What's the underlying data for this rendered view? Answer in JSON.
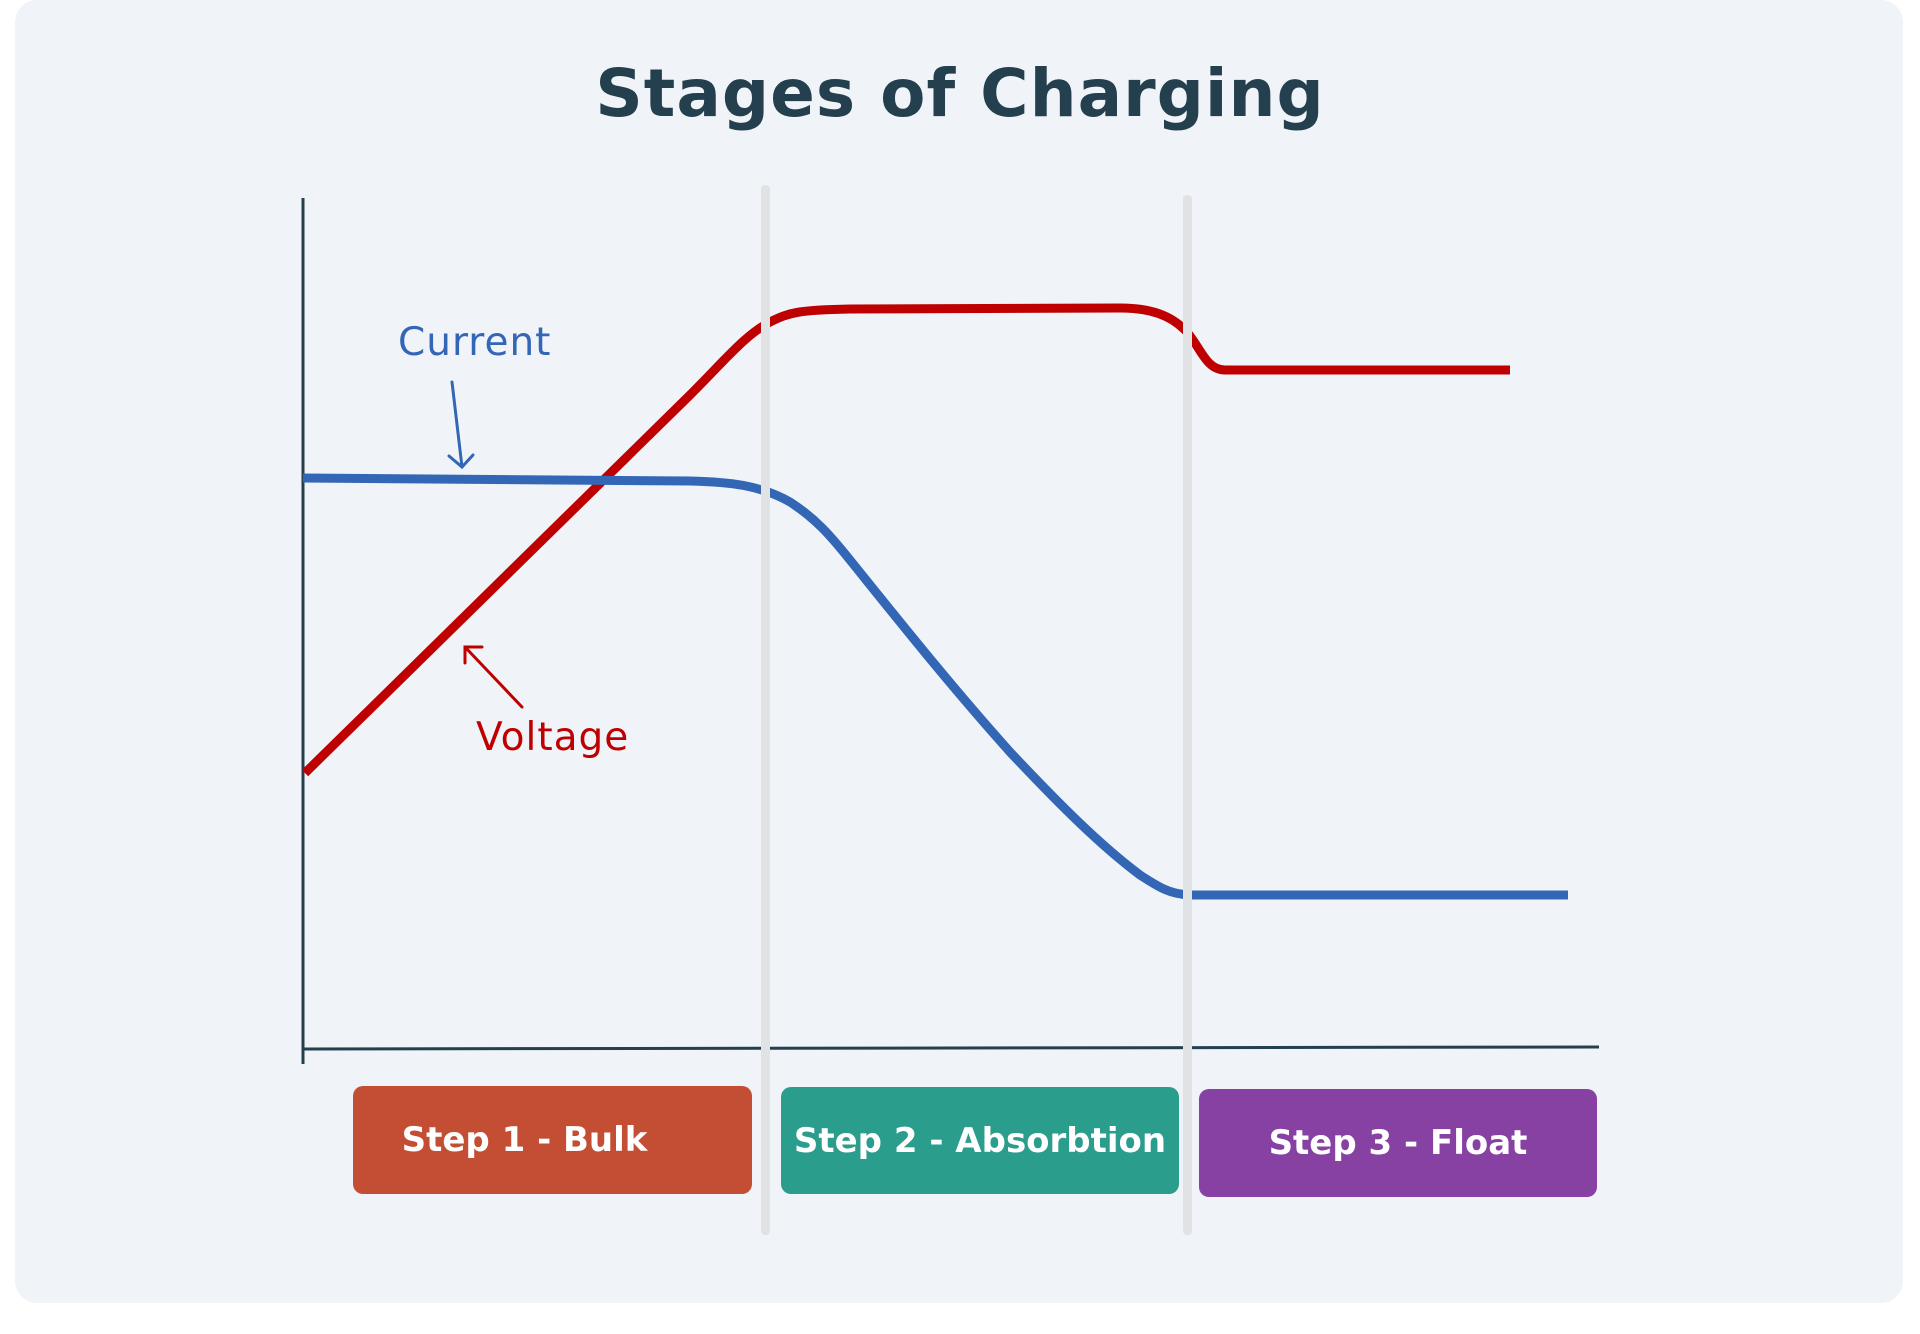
{
  "title": "Stages of Charging",
  "colors": {
    "background": "#F0F4F8",
    "title": "#243F4E",
    "axis": "#243F4E",
    "voltage": "#BF0000",
    "current": "#3366B5",
    "divider": "#E0E2E4",
    "bulk": "#C44E33",
    "absorption": "#2A9D8C",
    "float": "#8641A3"
  },
  "annotations": {
    "current_label": "Current",
    "voltage_label": "Voltage"
  },
  "steps": [
    {
      "label": "Step 1 - Bulk",
      "color": "#C44E33"
    },
    {
      "label": "Step 2 - Absorbtion",
      "color": "#2A9D8C"
    },
    {
      "label": "Step 3 - Float",
      "color": "#8641A3"
    }
  ],
  "chart_data": {
    "type": "line",
    "title": "Stages of Charging",
    "xlabel": "",
    "ylabel": "",
    "grid": false,
    "stages": [
      "Step 1 - Bulk",
      "Step 2 - Absorbtion",
      "Step 3 - Float"
    ],
    "stage_boundaries_relative_x": [
      0.0,
      0.34,
      0.73,
      1.0
    ],
    "series": [
      {
        "name": "Voltage",
        "color": "#BF0000",
        "description": "Rises linearly during Bulk, holds at a constant high level during Absorption, then drops to a lower constant level during Float",
        "relative_points": [
          [
            0.0,
            0.33
          ],
          [
            0.34,
            0.87
          ],
          [
            0.4,
            0.89
          ],
          [
            0.65,
            0.89
          ],
          [
            0.73,
            0.84
          ],
          [
            0.76,
            0.8
          ],
          [
            0.9,
            0.8
          ]
        ]
      },
      {
        "name": "Current",
        "color": "#3366B5",
        "description": "Constant during Bulk, decays smoothly during Absorption, stays at a low constant level during Float",
        "relative_points": [
          [
            0.0,
            0.67
          ],
          [
            0.3,
            0.66
          ],
          [
            0.34,
            0.65
          ],
          [
            0.4,
            0.6
          ],
          [
            0.55,
            0.39
          ],
          [
            0.68,
            0.22
          ],
          [
            0.73,
            0.18
          ],
          [
            0.95,
            0.18
          ]
        ]
      }
    ],
    "annotations": [
      "Current",
      "Voltage"
    ]
  }
}
